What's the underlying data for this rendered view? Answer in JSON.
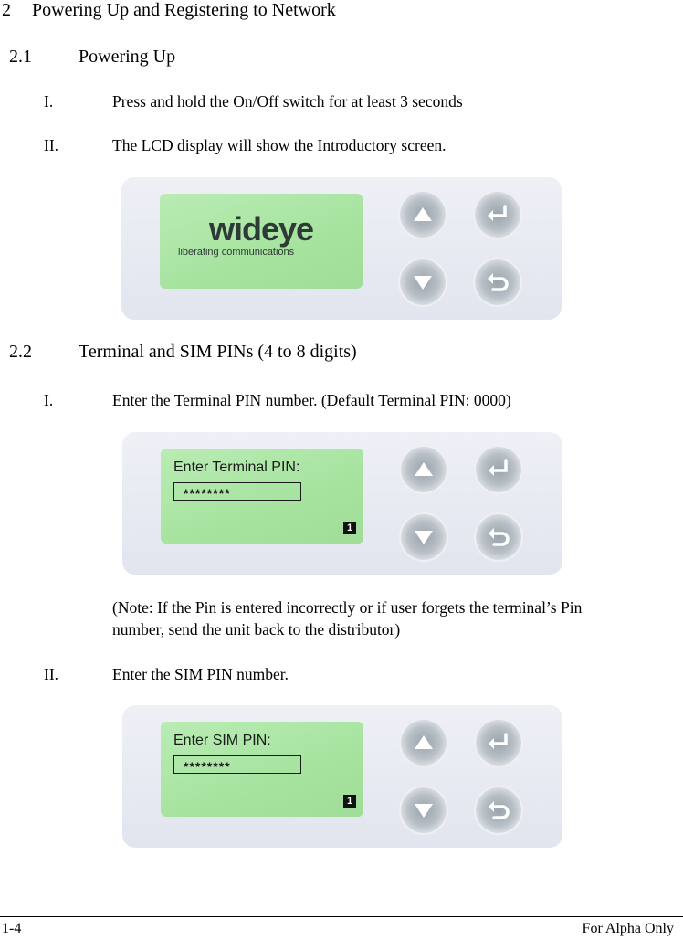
{
  "sections": {
    "main": {
      "number": "2",
      "title": "Powering Up and Registering to Network"
    },
    "powering_up": {
      "number": "2.1",
      "title": "Powering Up",
      "steps": [
        {
          "num": "I.",
          "text": "Press and hold the On/Off switch for at least 3 seconds"
        },
        {
          "num": "II.",
          "text": "The LCD display will show the Introductory screen."
        }
      ]
    },
    "pins": {
      "number": "2.2",
      "title": "Terminal and SIM PINs (4 to 8 digits)",
      "steps": [
        {
          "num": "I.",
          "text": "Enter the Terminal PIN number. (Default Terminal PIN: 0000)"
        },
        {
          "num": "II.",
          "text": "Enter the SIM PIN number."
        }
      ],
      "note_line1": "(Note: If the Pin is entered incorrectly or if user forgets the terminal’s Pin",
      "note_line2": "number, send the unit back to the distributor)"
    }
  },
  "displays": {
    "intro": {
      "brand": "wideye",
      "tagline": "liberating communications"
    },
    "terminal_pin": {
      "title": "Enter Terminal PIN:",
      "value": "********",
      "badge": "1"
    },
    "sim_pin": {
      "title": "Enter SIM PIN:",
      "value": "********",
      "badge": "1"
    }
  },
  "icons": [
    "up-arrow-icon",
    "down-arrow-icon",
    "enter-icon",
    "back-icon"
  ],
  "colors": {
    "lcd_green": "#a6e39f",
    "panel_bg": "#e6e9f0",
    "button_grey": "#b9c0c7"
  },
  "footer": {
    "page": "1-4",
    "note": "For Alpha Only"
  }
}
